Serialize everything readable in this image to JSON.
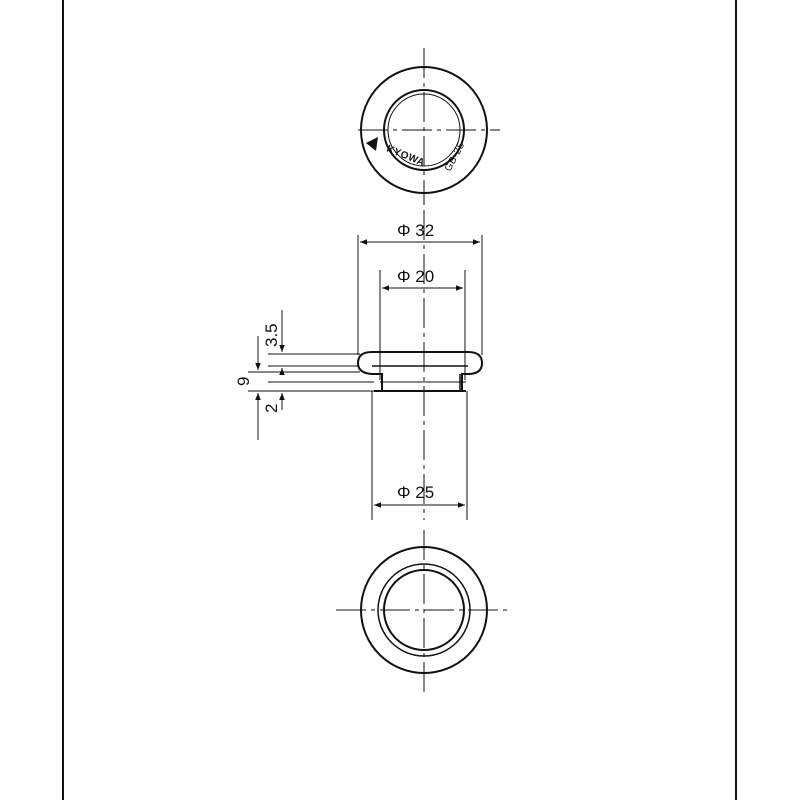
{
  "drawing": {
    "brand": "KYOWA",
    "model": "GB-25",
    "dimensions": {
      "outer_diameter": "Φ 32",
      "inner_diameter": "Φ 20",
      "mounting_hole_diameter": "Φ 25",
      "flange_thickness": "3.5",
      "total_height": "9",
      "lip_thickness": "2"
    }
  },
  "colors": {
    "line": "#111111",
    "background": "#ffffff"
  }
}
